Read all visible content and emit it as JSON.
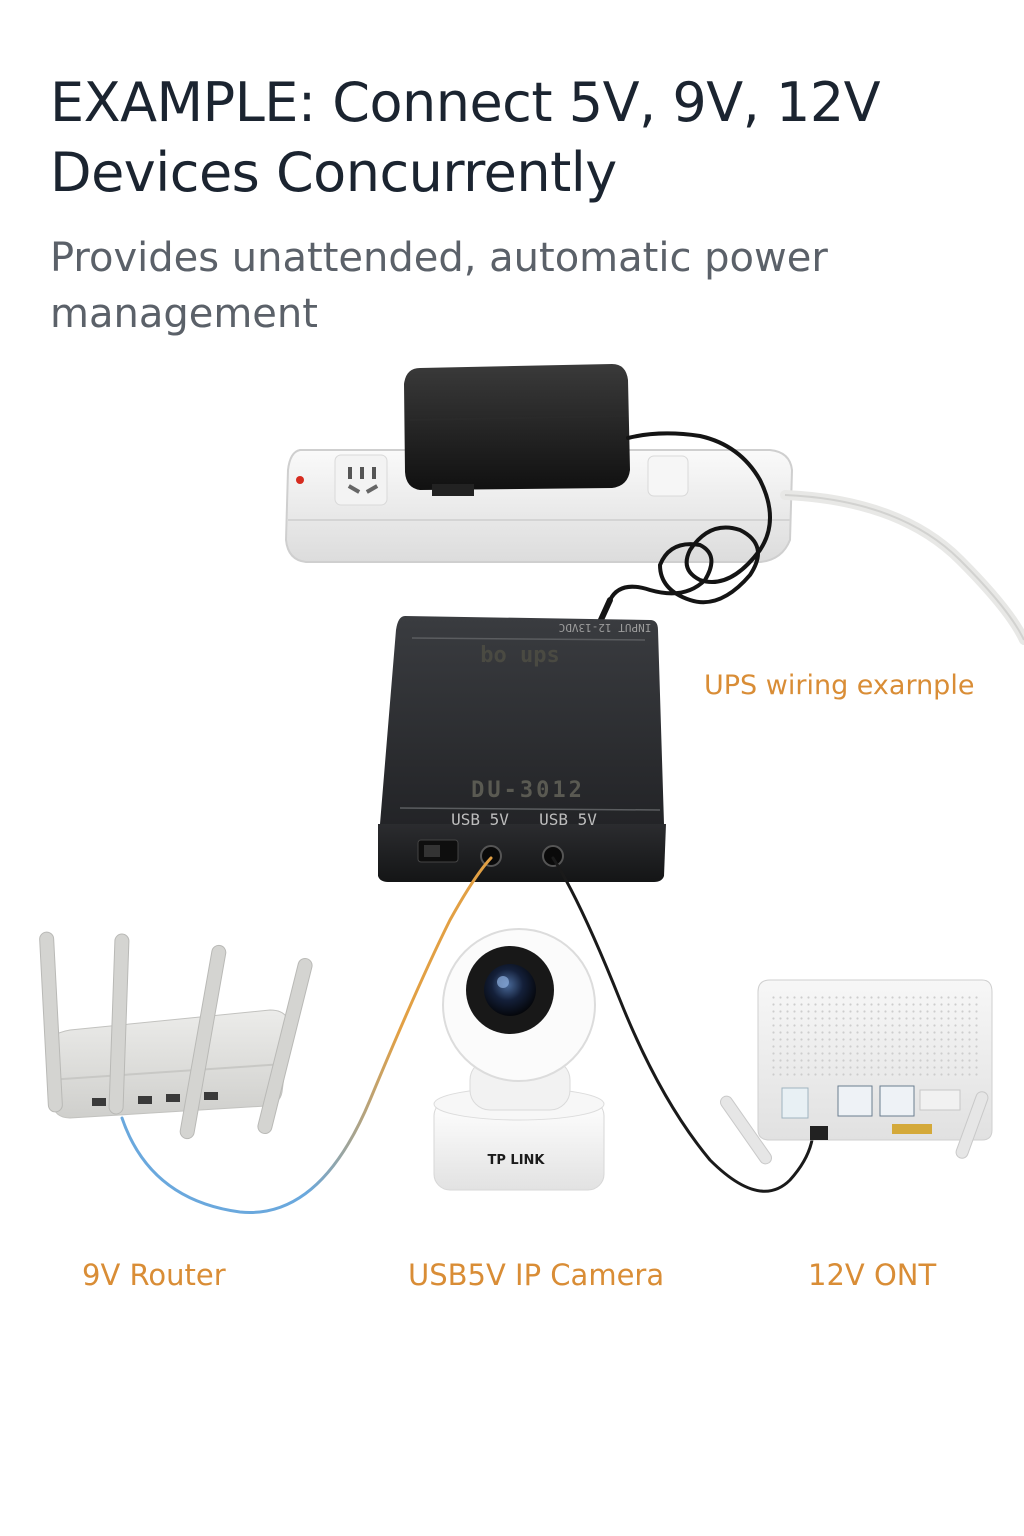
{
  "header": {
    "title": "EXAMPLE: Connect 5V, 9V, 12V Devices Concurrently",
    "subtitle": "Provides unattended, automatic power management"
  },
  "ups": {
    "brand_label": "bo ups",
    "model_label": "DU-3012",
    "input_label": "INPUT 12-13VDC",
    "port_label_1": "USB 5V",
    "port_label_2": "USB 5V",
    "caption": "UPS wiring exarnple"
  },
  "devices": {
    "router_caption": "9V Router",
    "camera_caption": "USB5V IP Camera",
    "camera_brand": "TP LINK",
    "ont_caption": "12V ONT"
  },
  "colors": {
    "title_text": "#1b2430",
    "subtitle_text": "#5b6169",
    "caption_accent": "#d98d36",
    "ups_body": "#2a2c2f",
    "cable_orange": "#e2a044",
    "cable_blue": "#6aa8dd",
    "cable_black": "#1a1a1a"
  }
}
